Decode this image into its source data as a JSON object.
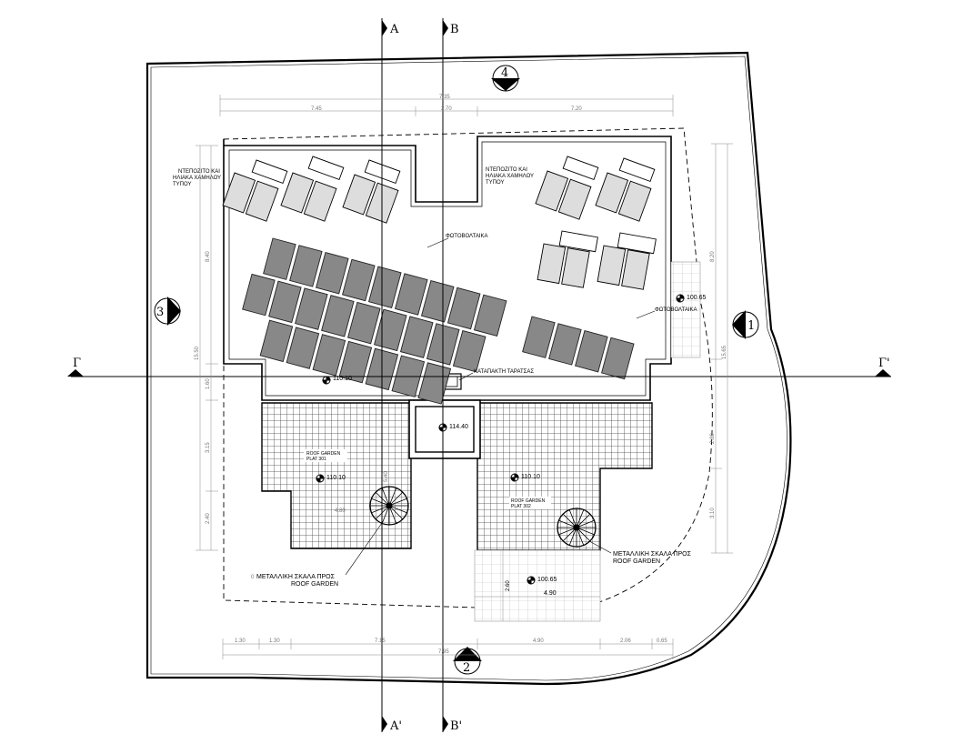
{
  "sections": {
    "A": "A",
    "A_prime": "A'",
    "B": "B",
    "B_prime": "B'",
    "G": "Γ",
    "G_prime": "Γ'"
  },
  "elevations": {
    "n1": "1",
    "n2": "2",
    "n3": "3",
    "n4": "4"
  },
  "labels": {
    "heaters_left": [
      "ΝΤΕΠΟΖΙΤΟ ΚΑΙ",
      "ΗΛΙΑΚΑ ΧΑΜΗΛΟΥ",
      "ΤΥΠΟΥ"
    ],
    "heaters_right": [
      "ΝΤΕΠΟΖΙΤΟ ΚΑΙ",
      "ΗΛΙΑΚΑ ΧΑΜΗΛΟΥ",
      "ΤΥΠΟΥ"
    ],
    "pv_top": "ΦΩΤΟΒΟΛΤΑΙΚΑ",
    "pv_right": "ΦΩΤΟΒΟΛΤΑΙΚΑ",
    "hatch": "ΚΑΤΑΠΑΚΤΗ ΤΑΡΑΤΣΑΣ",
    "stair_left": [
      "ΜΕΤΑΛΛΙΚΗ ΣΚΑΛΑ ΠΡΟΣ",
      "ROOF GARDEN"
    ],
    "stair_right": [
      "ΜΕΤΑΛΛΙΚΗ ΣΚΑΛΑ ΠΡΟΣ",
      "ROOF GARDEN"
    ],
    "roof_garden_301": [
      "ROOF GARDEN",
      "PLAT 301"
    ],
    "roof_garden_302": [
      "ROOF GARDEN",
      "PLAT 302"
    ]
  },
  "levels": {
    "roof": "110.10",
    "stair_core": "114.40",
    "garden_left": "110.10",
    "garden_right": "110.10",
    "right_strip": "100.65",
    "bottom_pergola": "100.65"
  },
  "dimensions": {
    "top_total": "7.35",
    "top_left": "7.45",
    "top_mid": "2.70",
    "top_right": "7.20",
    "left_total": "15.50",
    "left_a": "8.40",
    "left_b": "1.60",
    "left_c": "3.15",
    "left_d": "2.40",
    "right_total": "15.65",
    "right_a": "8.20",
    "right_b": "2.80",
    "right_c": "3.10",
    "bottom_a": "1.30",
    "bottom_b": "1.30",
    "bottom_c": "7.15",
    "bottom_d": "7.95",
    "bottom_e": "4.90",
    "bottom_f": "2.06",
    "bottom_g": "0.65",
    "garden_w": "4.80",
    "garden_h": "5.40",
    "pergola_w": "4.90",
    "pergola_h": "2.60",
    "small_0": "0"
  }
}
